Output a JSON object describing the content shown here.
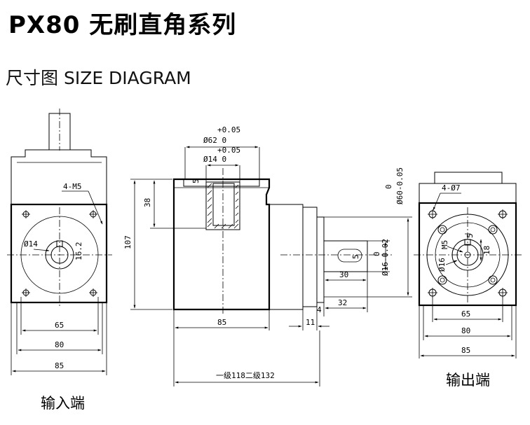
{
  "header": {
    "title": "PX80 无刷直角系列",
    "subtitle": "尺寸图 SIZE DIAGRAM"
  },
  "views": {
    "input": {
      "label": "输入端",
      "holes": "4-M5",
      "bore": "Ø14",
      "keyway": "16.2",
      "dims": [
        "65",
        "80",
        "85"
      ]
    },
    "side": {
      "dia_top_tol": "+0.05",
      "dia_top": "Ø62 0",
      "dia_bore_tol": "+0.05",
      "dia_bore": "Ø14 0",
      "d_5": "5",
      "d_38": "38",
      "d_107": "107",
      "d_85": "85",
      "d_30": "30",
      "d_4": "4",
      "d_32": "32",
      "d_11": "11",
      "length": "一级118二级132",
      "shaft": "Ø16-0.02",
      "shaft_tol": "0",
      "key": "5",
      "flange": "Ø60-0.05",
      "flange_tol": "0"
    },
    "output": {
      "label": "输出端",
      "holes": "4-Ø7",
      "thread": "M5",
      "bore": "Ø16",
      "key": "5",
      "d_18": "18",
      "dims": [
        "65",
        "80",
        "85"
      ]
    }
  }
}
